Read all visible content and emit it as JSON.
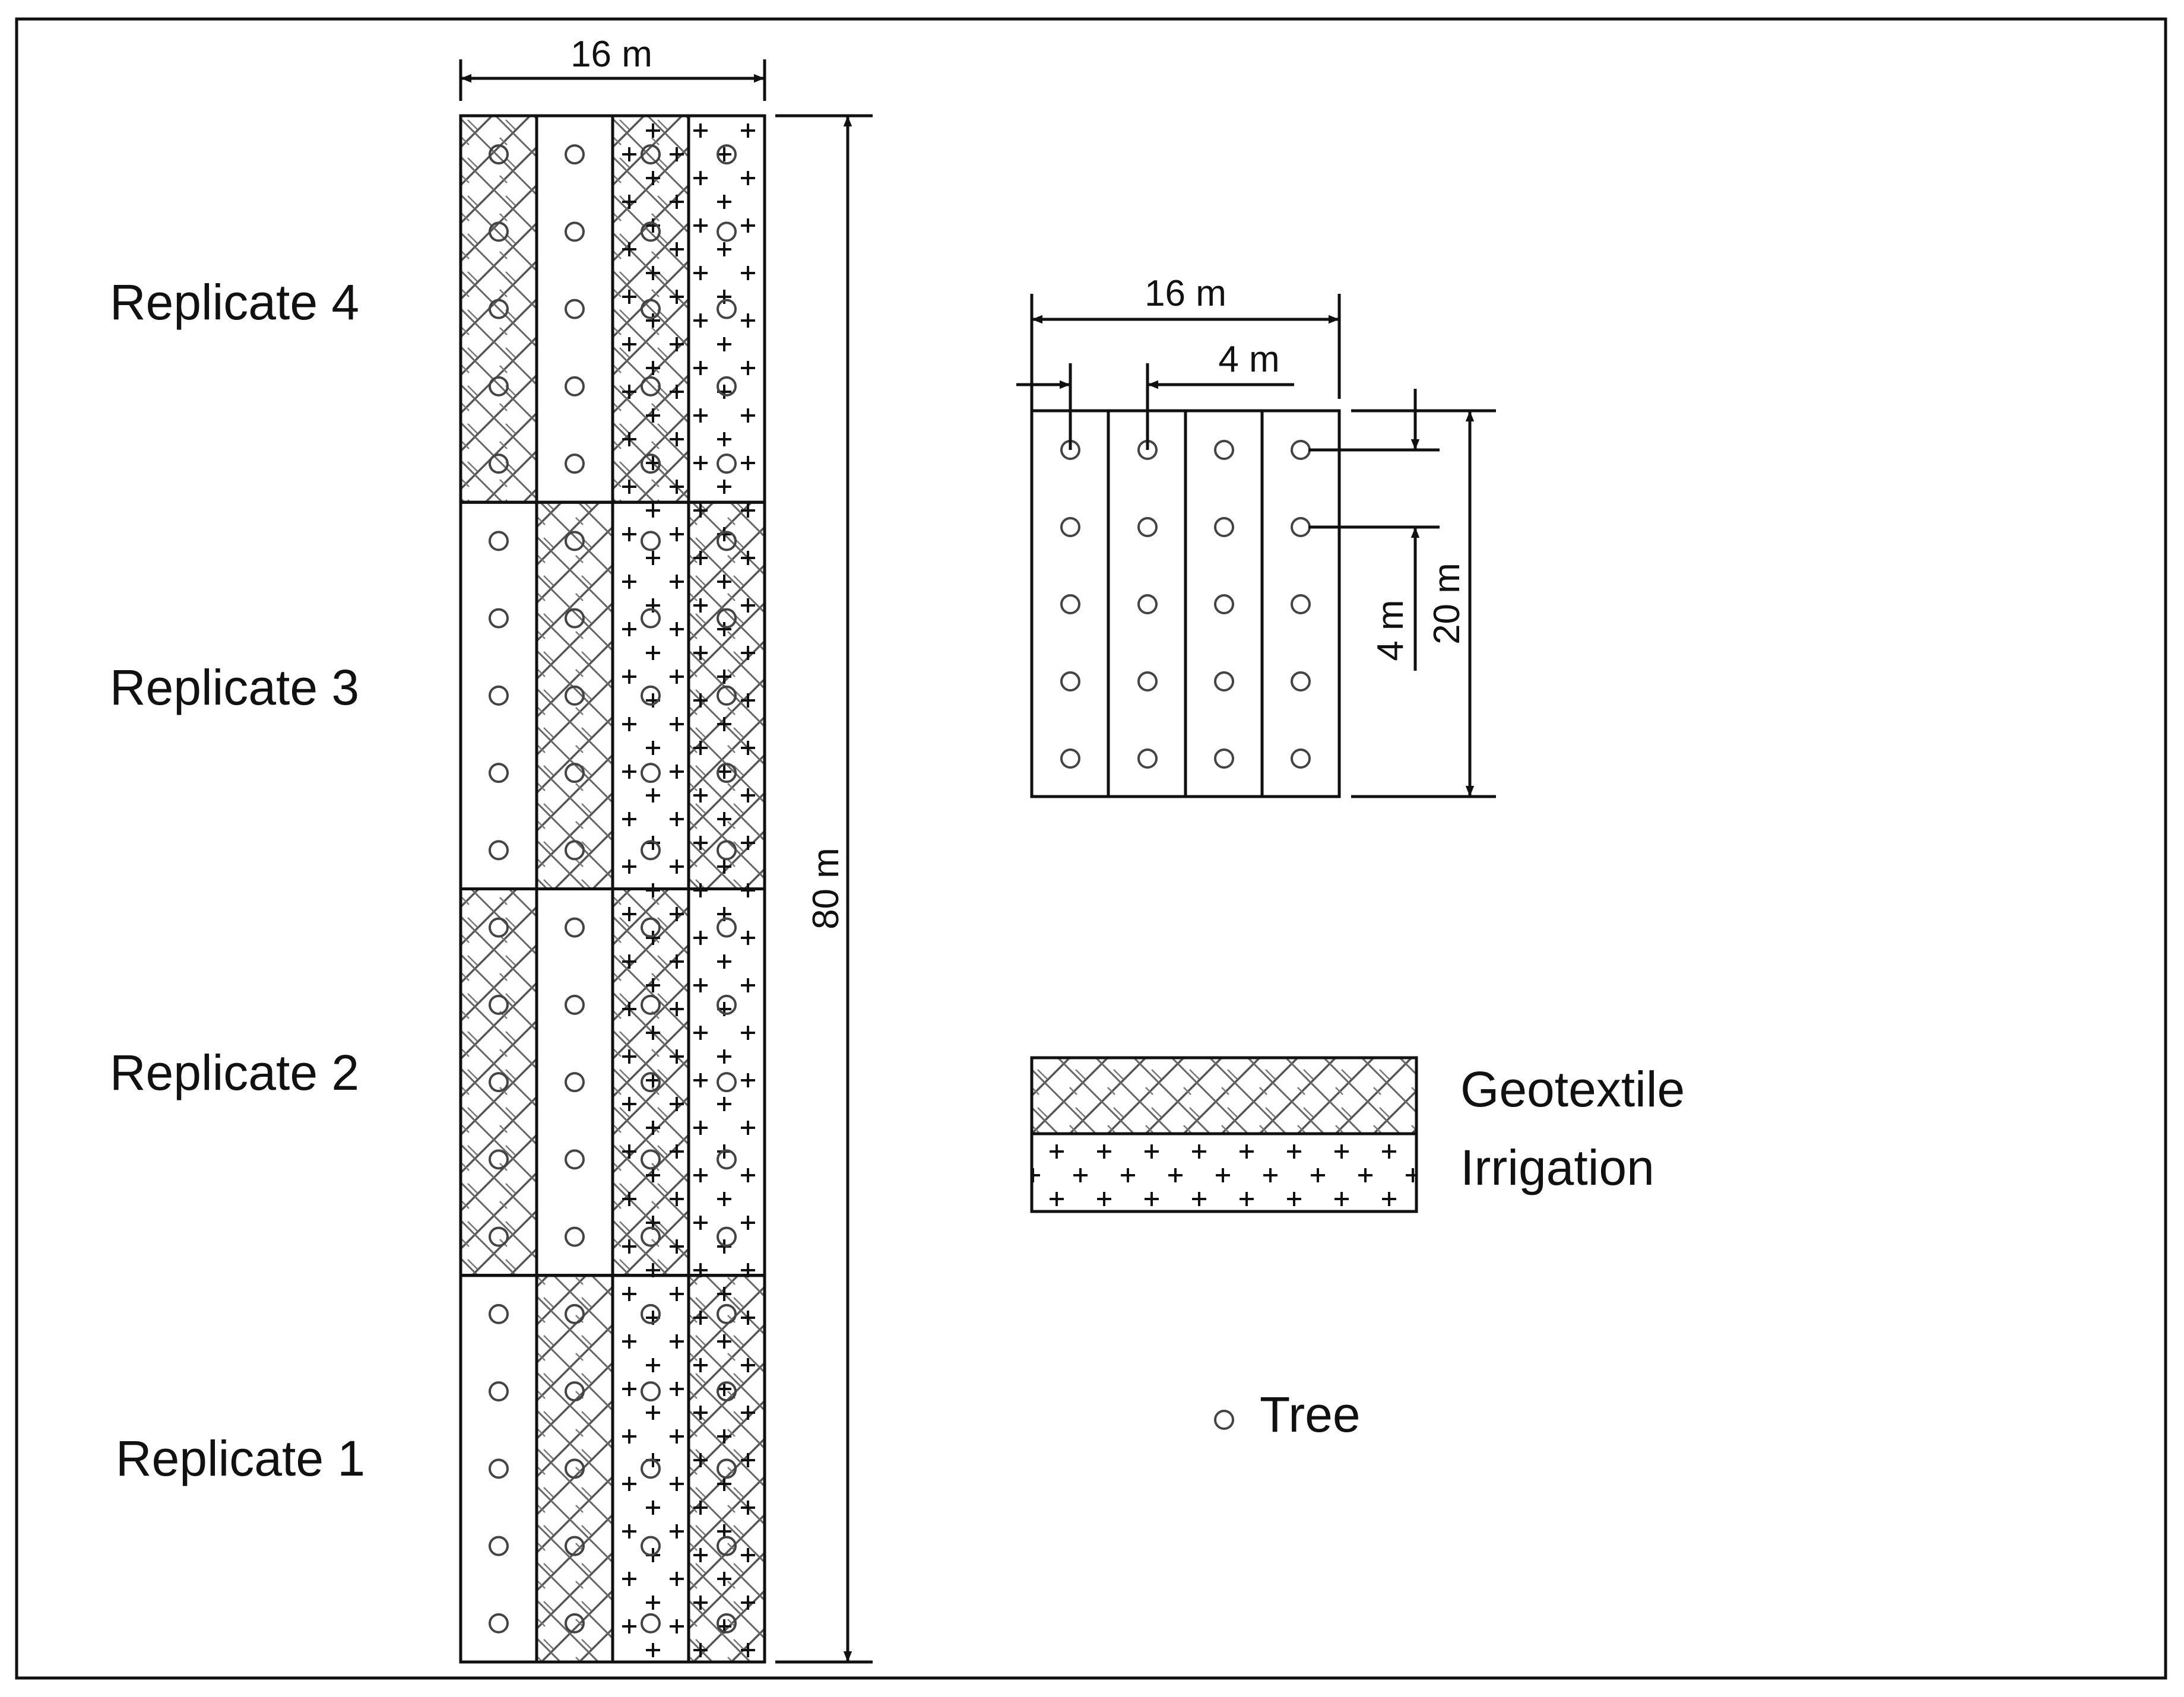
{
  "replicates": [
    "Replicate 4",
    "Replicate 3",
    "Replicate 2",
    "Replicate 1"
  ],
  "dimensions": {
    "field_width": "16 m",
    "field_length": "80 m",
    "plot_width": "16 m",
    "row_spacing": "4 m",
    "tree_spacing": "4 m",
    "plot_length": "20 m"
  },
  "field_layout": [
    [
      "geotextile",
      "control",
      "both",
      "irrigation"
    ],
    [
      "control",
      "geotextile",
      "irrigation",
      "both"
    ],
    [
      "geotextile",
      "control",
      "both",
      "irrigation"
    ],
    [
      "control",
      "geotextile",
      "irrigation",
      "both"
    ]
  ],
  "trees_per_strip": 5,
  "legend": {
    "geotextile_label": "Geotextile",
    "irrigation_label": "Irrigation",
    "tree_label": "Tree"
  },
  "colors": {
    "line": "#111111",
    "hatch": "#555555",
    "tree": "#444444"
  }
}
